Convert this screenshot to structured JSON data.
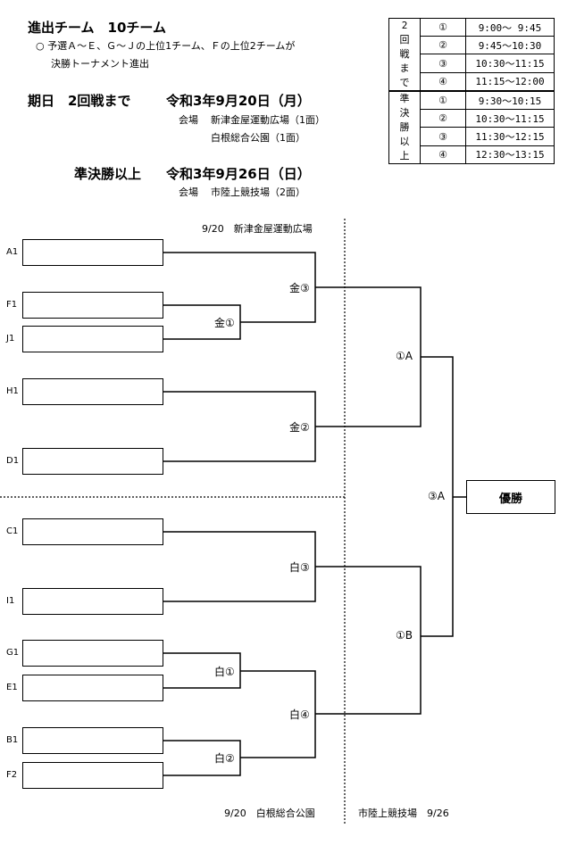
{
  "header": {
    "title": "進出チーム　10チーム",
    "note_line1": "○ 予選Ａ～Ｅ、Ｇ～Ｊの上位1チーム、Ｆの上位2チームが",
    "note_line2": "決勝トーナメント進出",
    "date1_label": "期日　2回戦まで",
    "date1_value": "令和3年9月20日（月）",
    "venue1_label": "会場",
    "venue1_a": "新津金屋運動広場（1面）",
    "venue1_b": "白根総合公園（1面）",
    "date2_label": "準決勝以上",
    "date2_value": "令和3年9月26日（日）",
    "venue2_label": "会場",
    "venue2": "市陸上競技場（2面）"
  },
  "schedule": {
    "group1_label": [
      "2",
      "回",
      "戦",
      "ま",
      "で"
    ],
    "group1_rows": [
      {
        "num": "①",
        "time": "9:00～ 9:45"
      },
      {
        "num": "②",
        "time": "9:45～10:30"
      },
      {
        "num": "③",
        "time": "10:30～11:15"
      },
      {
        "num": "④",
        "time": "11:15～12:00"
      }
    ],
    "group2_label": [
      "準",
      "決",
      "勝",
      "以",
      "上"
    ],
    "group2_rows": [
      {
        "num": "①",
        "time": "9:30～10:15"
      },
      {
        "num": "②",
        "time": "10:30～11:15"
      },
      {
        "num": "③",
        "time": "11:30～12:15"
      },
      {
        "num": "④",
        "time": "12:30～13:15"
      }
    ]
  },
  "bracket": {
    "venue_top": "9/20　新津金屋運動広場",
    "venue_bottom_left": "9/20　白根総合公園",
    "venue_bottom_right": "市陸上競技場　9/26",
    "teams": [
      "A1",
      "F1",
      "J1",
      "H1",
      "D1",
      "C1",
      "I1",
      "G1",
      "E1",
      "B1",
      "F2"
    ],
    "matches": {
      "kin1": "金①",
      "kin2": "金②",
      "kin3": "金③",
      "shiro1": "白①",
      "shiro2": "白②",
      "shiro3": "白③",
      "shiro4": "白④",
      "semi_a": "①A",
      "semi_b": "①B",
      "final": "③A"
    },
    "winner": "優勝"
  }
}
